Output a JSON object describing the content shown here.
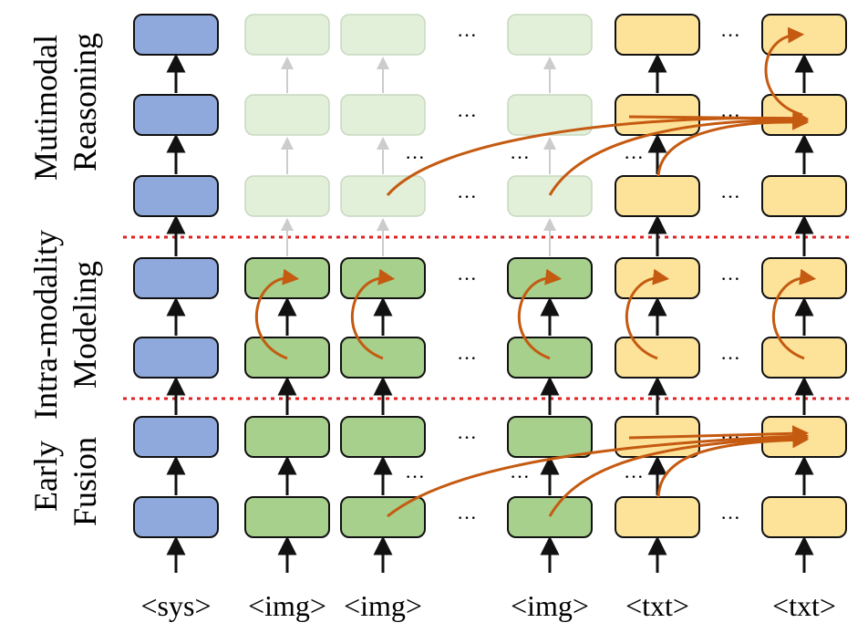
{
  "stage_labels": {
    "multimodal_reasoning": [
      "Mutimodal",
      "Reasoning"
    ],
    "intra_modality_modeling": [
      "Intra-modality",
      "Modeling"
    ],
    "early_fusion": [
      "Early",
      "Fusion"
    ]
  },
  "token_labels": [
    "<sys>",
    "<img>",
    "<img>",
    "<img>",
    "<txt>",
    "<txt>"
  ],
  "ellipsis": "···",
  "colors": {
    "sys_fill": "#8fa9dc",
    "img_fill": "#a6d08b",
    "img_faded_fill": "#e2f0d9",
    "txt_fill": "#fde39a",
    "edge_dark": "#111111",
    "edge_faded": "#c8d7c0",
    "flow_arrow": "#c55a11",
    "separator": "#e02020"
  }
}
